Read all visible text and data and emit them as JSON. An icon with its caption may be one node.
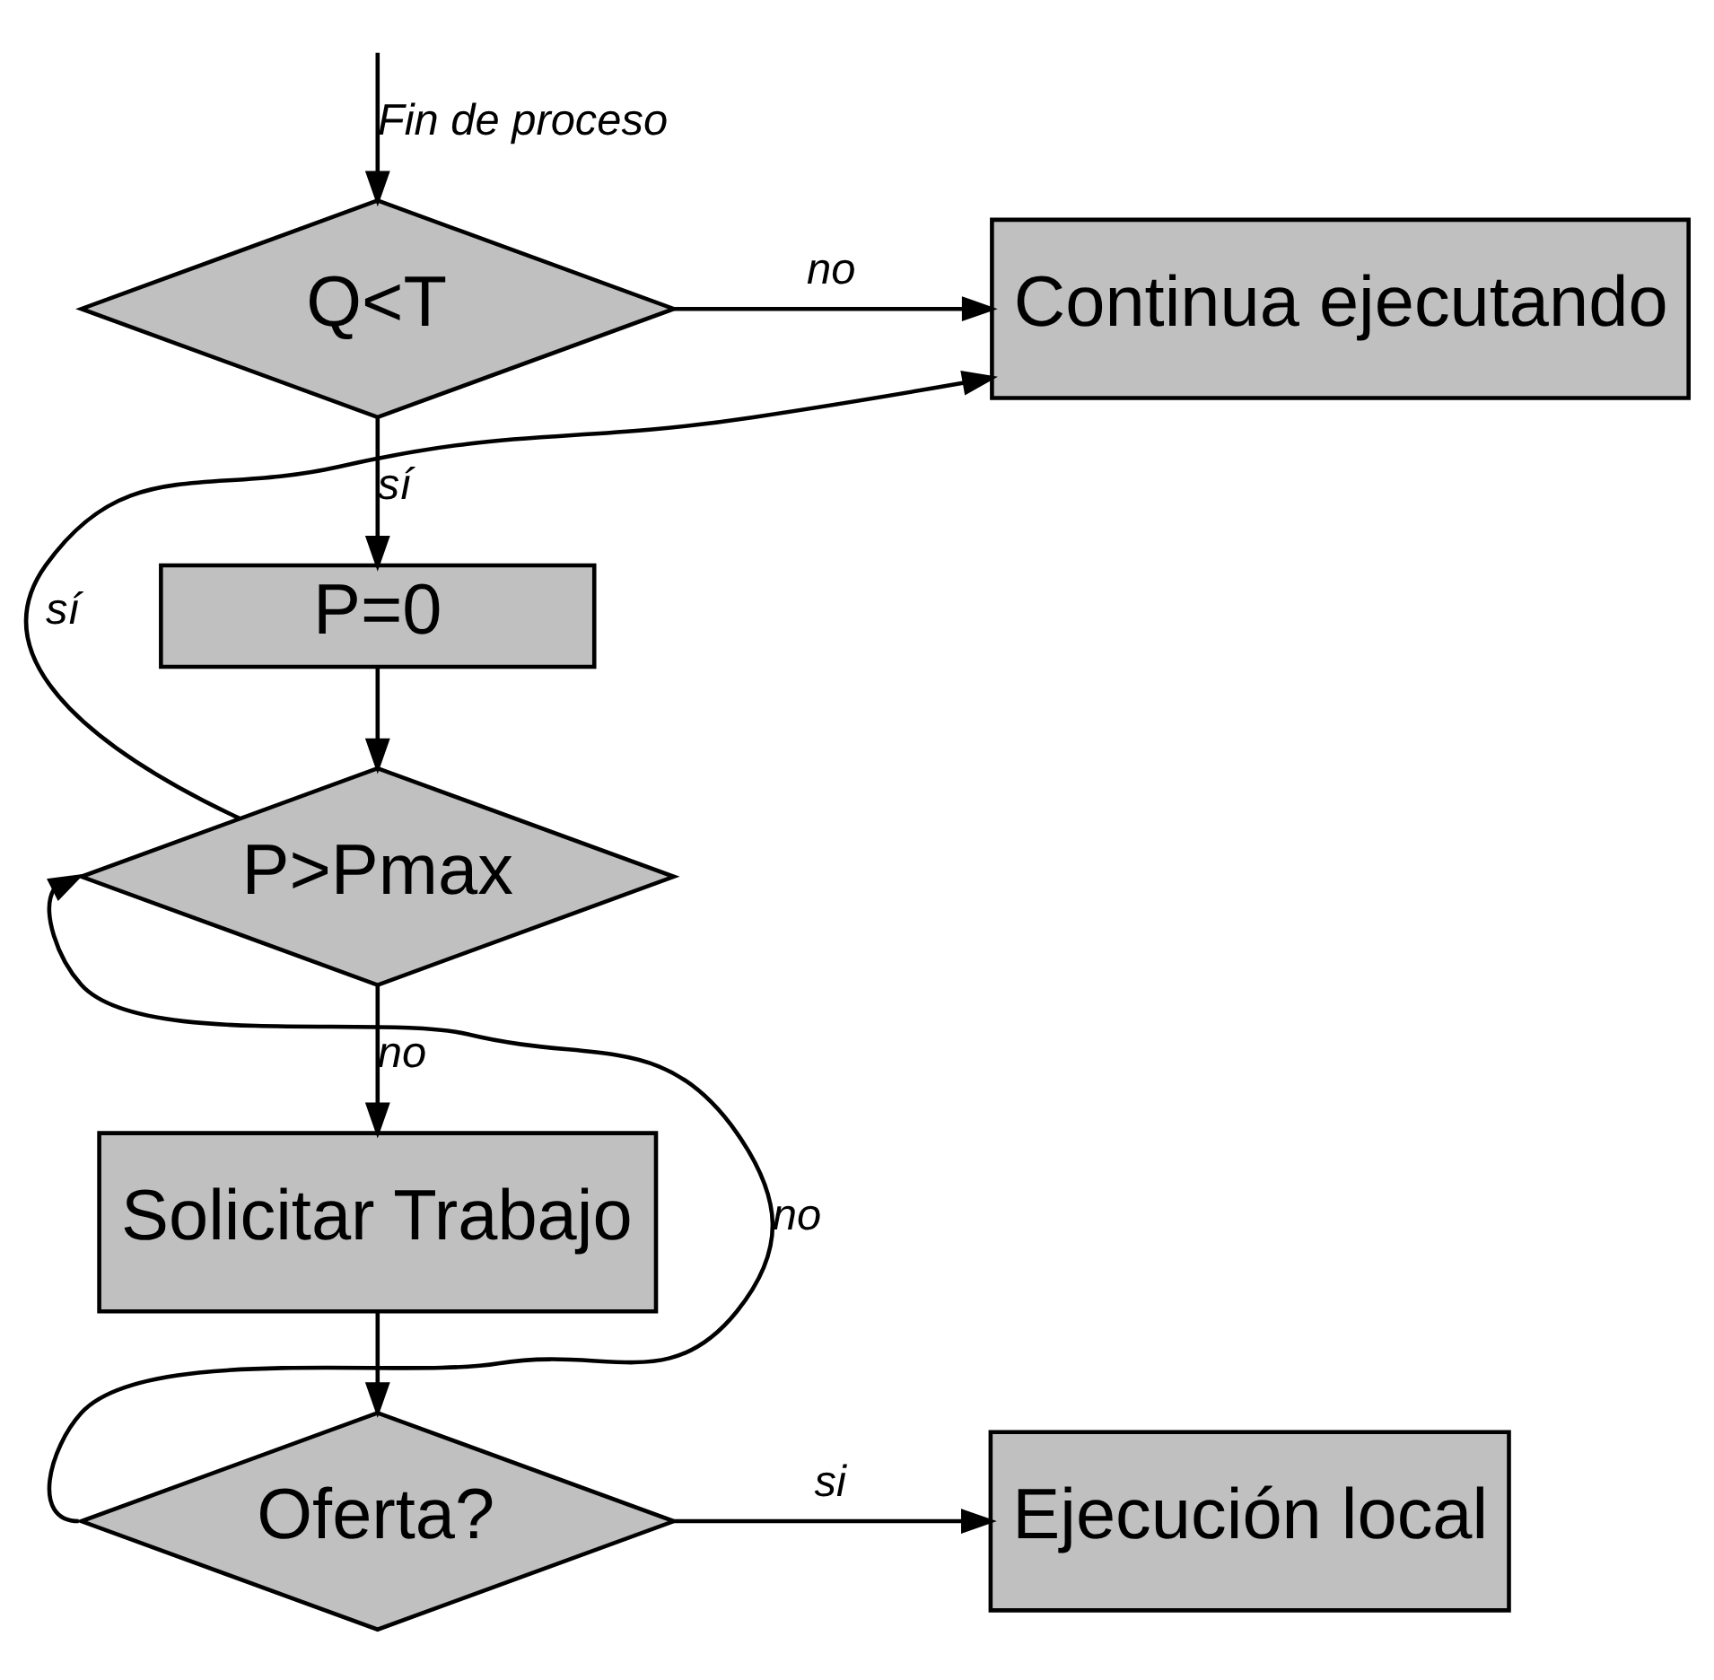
{
  "diagram": {
    "nodes": [
      {
        "text": [
          "Q<T"
        ]
      },
      {
        "text": [
          "Continua ejecutando"
        ]
      },
      {
        "text": [
          "P=0"
        ]
      },
      {
        "text": [
          "P>Pmax"
        ]
      },
      {
        "text": [
          "Solicitar Trabajo"
        ]
      },
      {
        "text": [
          "Oferta?"
        ]
      },
      {
        "text": [
          "Ejecución local"
        ]
      }
    ],
    "edges": [
      {
        "from": null,
        "to": 0,
        "arrow": "to",
        "label": "Fin de proceso"
      },
      {
        "from": 0,
        "to": 1,
        "arrow": "to",
        "label": "no"
      },
      {
        "from": 0,
        "to": 2,
        "arrow": "to",
        "label": "sí"
      },
      {
        "from": 2,
        "to": 3,
        "arrow": "to"
      },
      {
        "from": 3,
        "to": 1,
        "arrow": "to",
        "label": "sí"
      },
      {
        "from": 3,
        "to": 4,
        "arrow": "to",
        "label": "no"
      },
      {
        "from": 4,
        "to": 5,
        "arrow": "to"
      },
      {
        "from": 5,
        "to": 3,
        "arrow": "to",
        "label": "no"
      },
      {
        "from": 5,
        "to": 6,
        "arrow": "to",
        "label": "si"
      }
    ]
  }
}
